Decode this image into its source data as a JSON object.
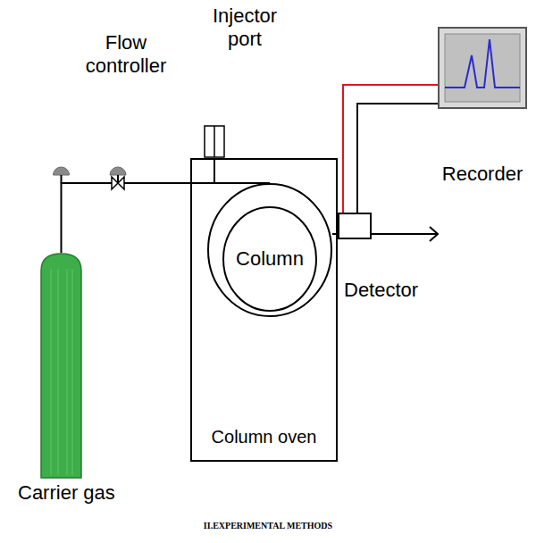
{
  "diagram": {
    "caption": "II.EXPERIMENTAL METHODS",
    "nodes": [
      {
        "text": [
          "Carrier gas"
        ]
      },
      {
        "text": [
          "Injector port"
        ]
      },
      {
        "text": [
          "Column oven"
        ]
      },
      {
        "text": [
          "Column"
        ],
        "in": 2
      },
      {
        "text": [
          "Detector"
        ]
      },
      {
        "text": [
          "Recorder"
        ]
      }
    ],
    "edges": [
      {
        "from": 0,
        "to": 1,
        "arrow": "none"
      },
      {
        "from": 1,
        "to": 3,
        "arrow": "none"
      },
      {
        "from": 3,
        "to": 4,
        "arrow": "none"
      },
      {
        "from": 4,
        "to": 5,
        "arrow": "none"
      },
      {
        "from": 4,
        "to": 5,
        "arrow": "none"
      }
    ],
    "labels": [
      "Flow controller"
    ]
  }
}
